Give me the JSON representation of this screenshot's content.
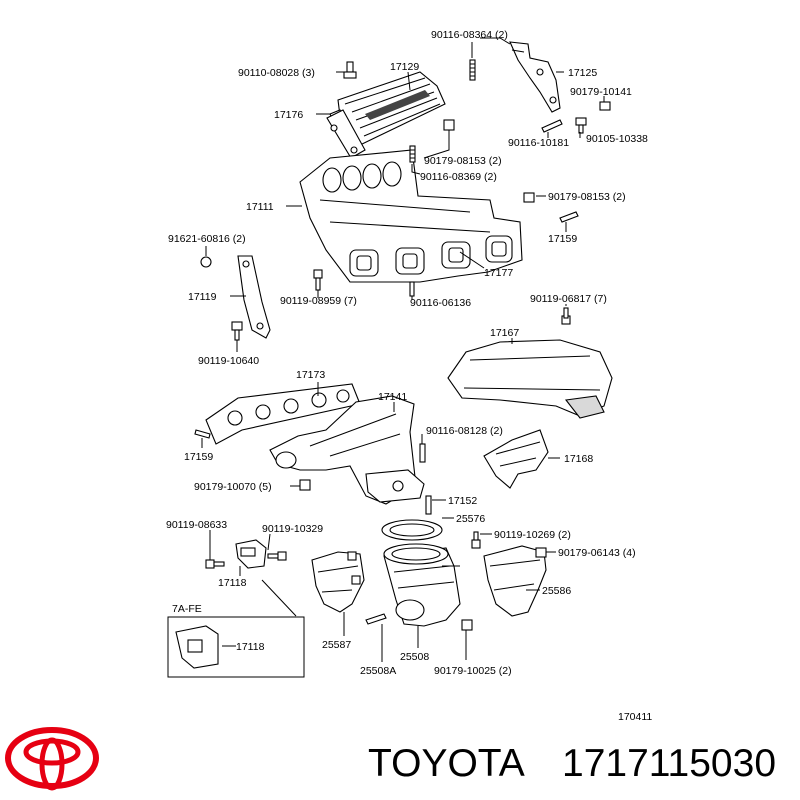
{
  "diagram_id": "170411",
  "brand": {
    "name": "TOYOTA",
    "part_number": "1717115030",
    "logo_color": "#e60012"
  },
  "inset": {
    "title": "7A-FE",
    "part": "17118"
  },
  "labels": [
    "90116-08364 (2)",
    "90110-08028 (3)",
    "17129",
    "17125",
    "90179-10141",
    "17176",
    "90116-10181",
    "90105-10338",
    "90179-08153 (2)",
    "90116-08369 (2)",
    "90179-08153 (2)",
    "17111",
    "91621-60816 (2)",
    "17159",
    "17177",
    "17119",
    "90119-08959 (7)",
    "90116-06136",
    "90119-06817 (7)",
    "90119-10640",
    "17167",
    "17173",
    "17141",
    "90116-08128 (2)",
    "17159",
    "17168",
    "90179-10070 (5)",
    "17152",
    "90119-08633",
    "90119-10329",
    "25576",
    "90119-10269 (2)",
    "90179-06143 (4)",
    "17118",
    "25586",
    "25587",
    "25508",
    "25508A",
    "90179-10025 (2)"
  ]
}
